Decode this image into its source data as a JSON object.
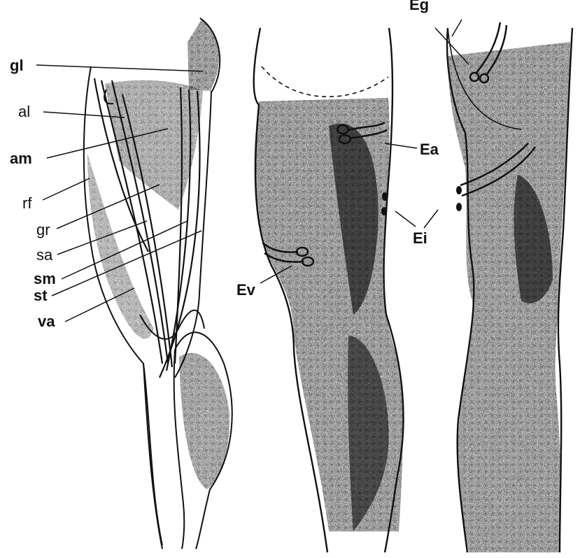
{
  "muscle_labels": [
    "gl",
    "al",
    "am",
    "rf",
    "gr",
    "sa",
    "sm",
    "st",
    "va"
  ],
  "electrode_labels": [
    "Eg",
    "Ea",
    "Ei",
    "Ev"
  ],
  "colors": {
    "ink": "#111111",
    "background": "#ffffff"
  }
}
